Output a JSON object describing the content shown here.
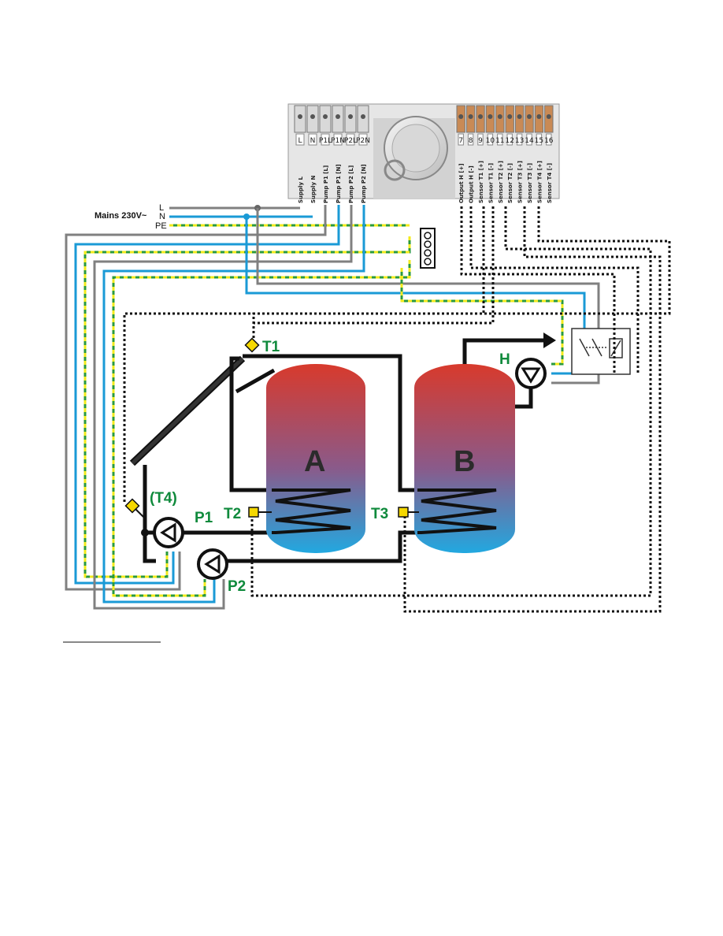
{
  "mains": {
    "label": "Mains 230V~",
    "lines": [
      "L",
      "N",
      "PE"
    ]
  },
  "controller": {
    "left_terminals": [
      {
        "num": "L",
        "label": "Supply L"
      },
      {
        "num": "N",
        "label": "Supply N"
      },
      {
        "num": "P1L",
        "label": "Pump P1 [L]"
      },
      {
        "num": "P1N",
        "label": "Pump P1 [N]"
      },
      {
        "num": "P2L",
        "label": "Pump P2 [L]"
      },
      {
        "num": "P2N",
        "label": "Pump P2 [N]"
      }
    ],
    "right_terminals": [
      {
        "num": "7",
        "label": "Output H [+]"
      },
      {
        "num": "8",
        "label": "Output H [-]"
      },
      {
        "num": "9",
        "label": "Sensor T1 [+]"
      },
      {
        "num": "10",
        "label": "Sensor T1 [-]"
      },
      {
        "num": "11",
        "label": "Sensor T2 [+]"
      },
      {
        "num": "12",
        "label": "Sensor T2 [-]"
      },
      {
        "num": "13",
        "label": "Sensor T3 [+]"
      },
      {
        "num": "14",
        "label": "Sensor T3 [-]"
      },
      {
        "num": "15",
        "label": "Sensor T4 [+]"
      },
      {
        "num": "16",
        "label": "Sensor T4 [-]"
      }
    ]
  },
  "sensors": {
    "t1": "T1",
    "t2": "T2",
    "t3": "T3",
    "t4": "(T4)"
  },
  "pumps": {
    "p1": "P1",
    "p2": "P2",
    "h": "H"
  },
  "tanks": {
    "a": "A",
    "b": "B"
  },
  "colors": {
    "live": "#808080",
    "neutral": "#1a9ad6",
    "earth_yellow": "#f2ea1c",
    "earth_green": "#2b9a3c",
    "pipe": "#111111",
    "tank_top": "#d83a2c",
    "tank_bottom": "#22a8e0",
    "label_green": "#0f8a3c",
    "sensor_yellow": "#f5d800"
  }
}
